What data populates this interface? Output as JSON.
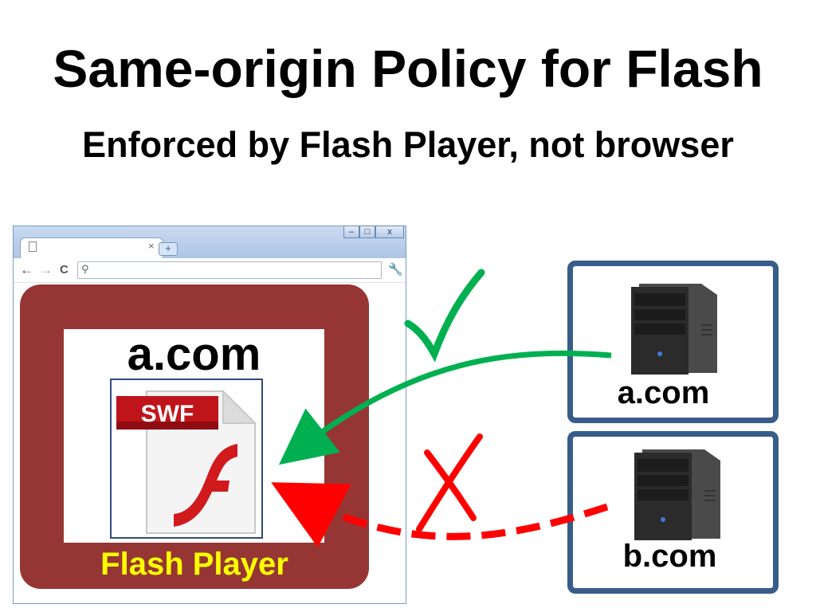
{
  "slide": {
    "title": "Same-origin Policy for Flash",
    "subtitle": "Enforced by Flash Player, not browser"
  },
  "browser": {
    "tab_close": "×",
    "new_tab": "+",
    "window_controls": {
      "minimize": "–",
      "maximize": "□",
      "close": "x"
    },
    "nav": {
      "back": "←",
      "forward": "→",
      "reload": "C",
      "search_glyph": "⚲",
      "wrench_glyph": "🔧"
    }
  },
  "flash": {
    "origin_label": "a.com",
    "swf_badge": "SWF",
    "player_label": "Flash Player"
  },
  "servers": [
    {
      "label": "a.com"
    },
    {
      "label": "b.com"
    }
  ],
  "marks": {
    "allowed": "✓",
    "denied": "X"
  },
  "colors": {
    "player_box": "#963634",
    "player_label": "#ffff00",
    "server_border": "#385d8a",
    "allowed_arrow": "#00b050",
    "denied_arrow": "#ff0000",
    "swf_badge": "#c0141b"
  }
}
